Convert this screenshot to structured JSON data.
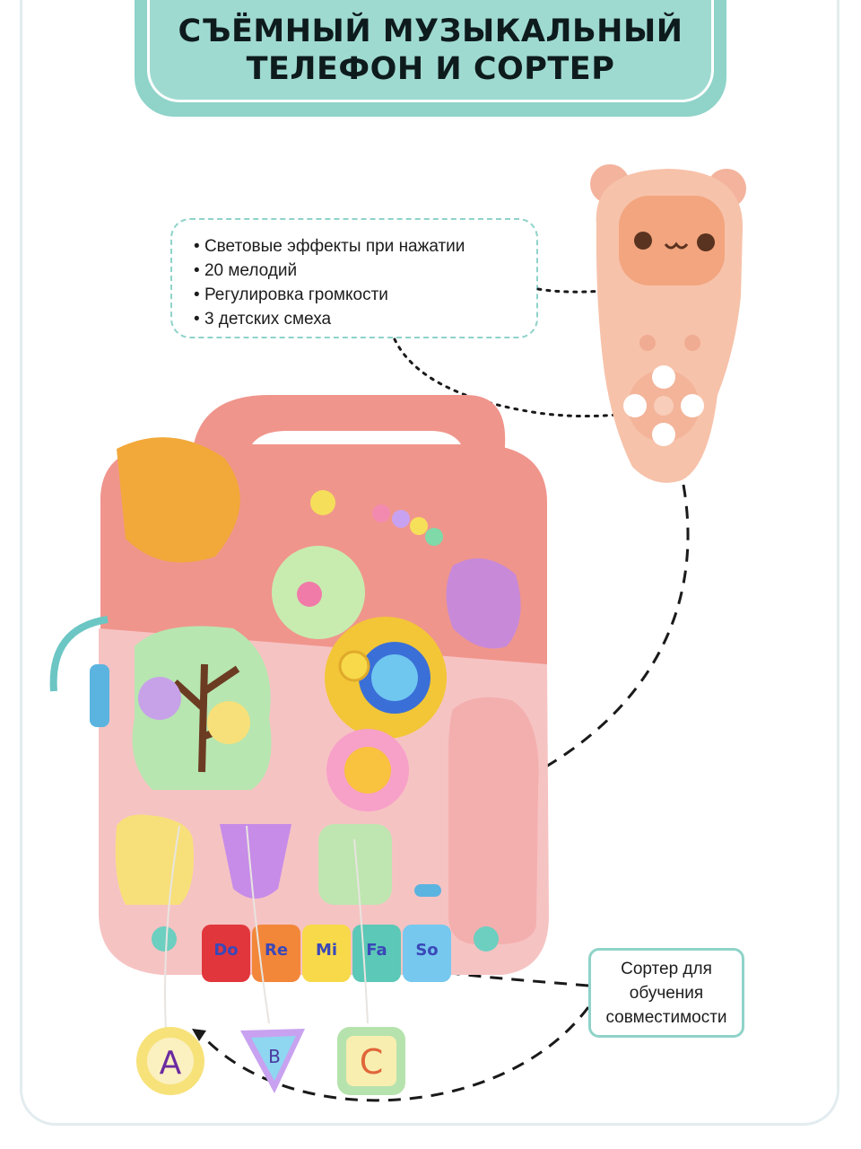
{
  "header": {
    "title_line1": "СЪЁМНЫЙ МУЗЫКАЛЬНЫЙ",
    "title_line2": "ТЕЛЕФОН И СОРТЕР"
  },
  "features": [
    "Световые эффекты при нажатии",
    "20 мелодий",
    "Регулировка громкости",
    "3 детских смеха"
  ],
  "sorter_callout": {
    "line1": "Сортер для",
    "line2": "обучения",
    "line3": "совместимости"
  },
  "piano_keys": [
    {
      "label": "Do",
      "color": "#e2363d"
    },
    {
      "label": "Re",
      "color": "#f2873a"
    },
    {
      "label": "Mi",
      "color": "#f7d94a"
    },
    {
      "label": "Fa",
      "color": "#5cc8b7"
    },
    {
      "label": "So",
      "color": "#76c8ee"
    }
  ],
  "shape_tags": [
    "A",
    "B",
    "C"
  ],
  "colors": {
    "accent": "#8fd3c9",
    "toy_pink": "#f3b2aa",
    "toy_coral": "#f0958c",
    "phone_peach": "#f8c3ac"
  }
}
